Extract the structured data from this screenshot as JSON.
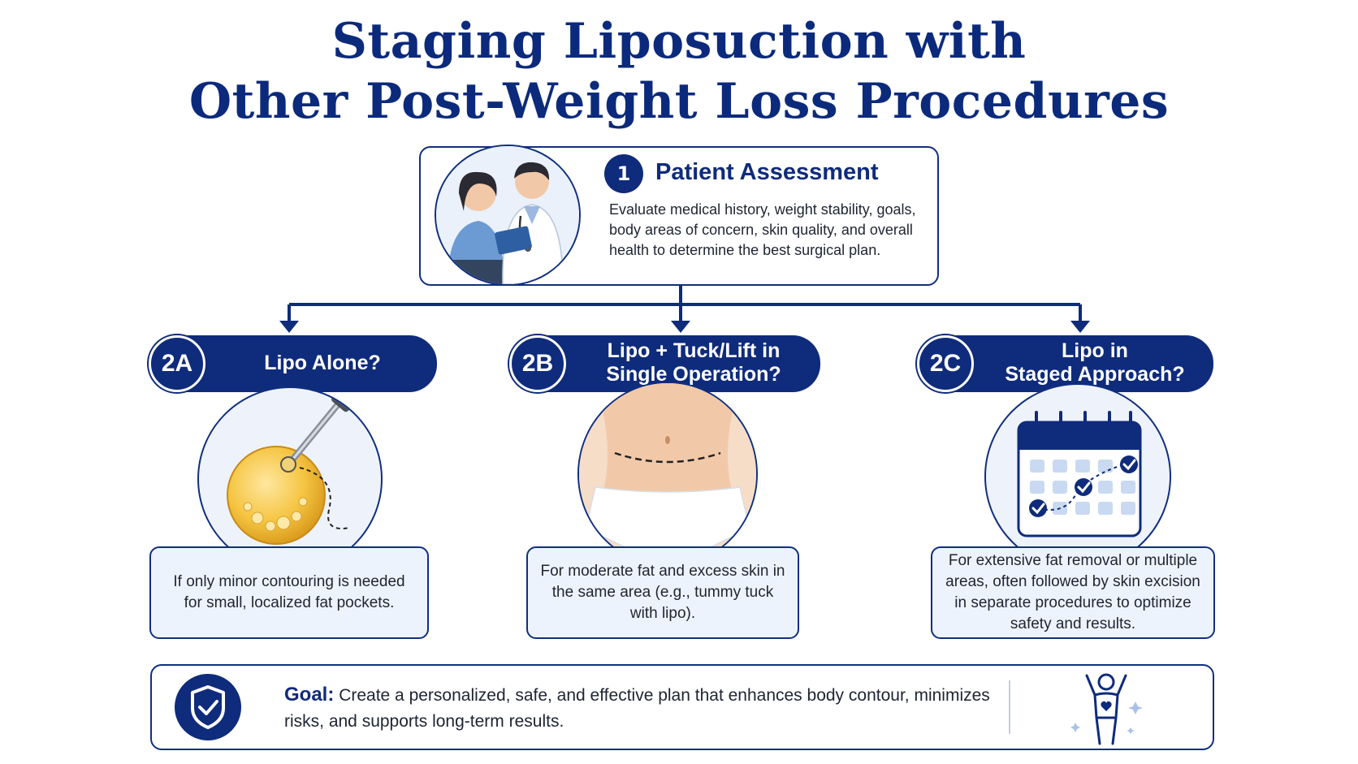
{
  "title": {
    "line1": "Staging Liposuction with",
    "line2": "Other Post-Weight Loss Procedures"
  },
  "assessment": {
    "number": "1",
    "heading": "Patient Assessment",
    "description": "Evaluate medical history, weight stability, goals, body areas of concern, skin quality, and overall health to determine the best surgical plan.",
    "illustration": "doctor-patient-consultation"
  },
  "options": [
    {
      "badge": "2A",
      "label_lines": [
        "Lipo Alone?"
      ],
      "illustration": "fat-cell-cannula-icon",
      "description": "If only minor contouring is needed for small, localized fat pockets."
    },
    {
      "badge": "2B",
      "label_lines": [
        "Lipo + Tuck/Lift in",
        "Single Operation?"
      ],
      "illustration": "abdomen-incision-line",
      "description": "For moderate fat and excess skin in the same area (e.g., tummy tuck with lipo)."
    },
    {
      "badge": "2C",
      "label_lines": [
        "Lipo in",
        "Staged Approach?"
      ],
      "illustration": "calendar-checkmarks-icon",
      "description": "For extensive fat removal or multiple areas, often followed by skin excision in separate procedures to optimize safety and results."
    }
  ],
  "goal": {
    "label": "Goal:",
    "text": "Create a personalized, safe, and effective plan that enhances body contour, minimizes risks, and supports long-term results.",
    "icons": [
      "shield-check-icon",
      "happy-person-heart-icon"
    ]
  },
  "colors": {
    "navy": "#0f2b7b",
    "light_blue": "#edf3fc",
    "fat_yellow": "#f5c542"
  }
}
